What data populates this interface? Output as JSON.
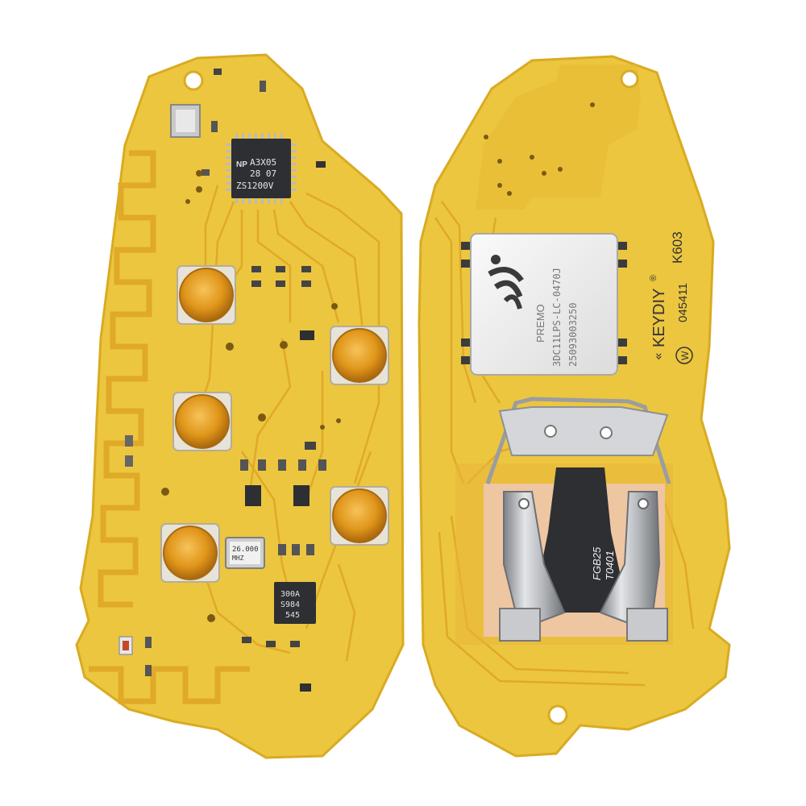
{
  "colors": {
    "board": "#ecc63f",
    "board_edge": "#d9ab22",
    "trace": "#e0a928",
    "pad_gold": "#e29a1a",
    "chip": "#2d2f33",
    "shield": "#f2f2f0",
    "metal": "#b9bcc0",
    "background": "#ffffff"
  },
  "left_board": {
    "mcu_chip": {
      "line1": "A3X05",
      "line2": "28 07",
      "line3": "ZS1200V",
      "logo": "NP"
    },
    "crystal": {
      "line1": "26.000",
      "line2": "MHZ"
    },
    "rf_chip": {
      "line1": "300A",
      "line2": "S984",
      "line3": "545"
    },
    "buttons": [
      "button-1",
      "button-2",
      "button-3",
      "button-4",
      "button-5"
    ]
  },
  "right_board": {
    "brand": "KEYDIY",
    "brand_mark": "®",
    "model": "K603",
    "serial": "045411",
    "badge_letter": "W",
    "coil": {
      "maker": "PREMO",
      "part": "3DC11LPS-LC-0470J",
      "lot": "25093003250"
    },
    "battery_clip": {
      "line1": "FGB25",
      "line2": "T0401"
    }
  }
}
